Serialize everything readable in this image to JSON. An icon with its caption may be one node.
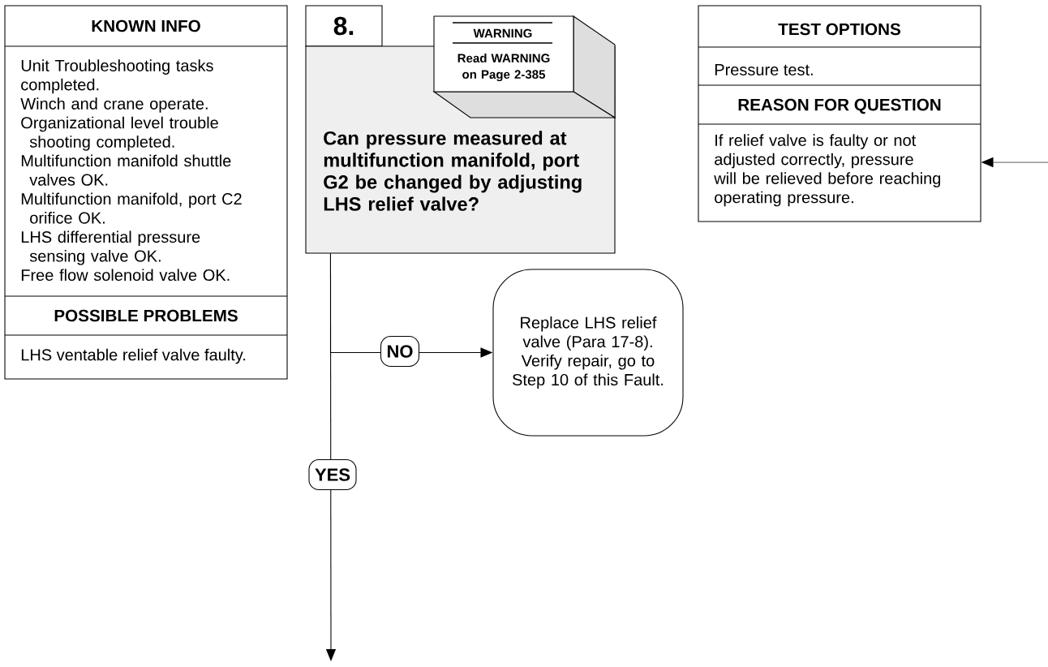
{
  "diagram": {
    "nodes": [
      {
        "text": [
          "KNOWN INFO",
          "Unit Troubleshooting tasks completed.",
          "Winch and crane operate.",
          "Organizational level trouble shooting completed.",
          "Multifunction manifold shuttle valves OK.",
          "Multifunction manifold, port C2 orifice OK.",
          "LHS differential pressure sensing valve OK.",
          "Free flow solenoid valve OK.",
          "POSSIBLE PROBLEMS",
          "LHS ventable relief valve faulty."
        ]
      },
      {
        "text": [
          "8."
        ]
      },
      {
        "text": [
          "Can pressure measured at multifunction manifold, port G2 be changed by adjusting LHS relief valve?"
        ]
      },
      {
        "text": [
          "WARNING",
          "Read WARNING on Page 2-385"
        ]
      },
      {
        "text": [
          "Replace LHS relief valve (Para 17-8). Verify repair, go to Step 10 of this Fault."
        ]
      },
      {
        "text": [
          "TEST OPTIONS",
          "Pressure test.",
          "REASON FOR QUESTION",
          "If relief valve is faulty or not adjusted correctly, pressure will be relieved before reaching operating pressure."
        ]
      }
    ],
    "edges": [
      {
        "from": 2,
        "to": 4,
        "arrow": "to",
        "label": "NO"
      },
      {
        "from": 2,
        "to": null,
        "arrow": "to",
        "label": "YES"
      },
      {
        "from": null,
        "to": 5,
        "arrow": "to"
      }
    ]
  }
}
